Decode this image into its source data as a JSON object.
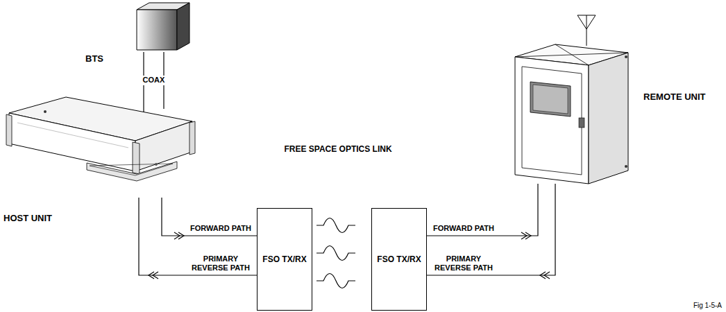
{
  "diagram": {
    "nodes": [
      {
        "text": [
          "BTS"
        ]
      },
      {
        "text": [
          "HOST UNIT"
        ]
      },
      {
        "text": [
          "FSO TX/RX"
        ]
      },
      {
        "text": [
          "FSO TX/RX"
        ]
      },
      {
        "text": [
          "REMOTE UNIT"
        ]
      }
    ],
    "edges": [
      {
        "from": 0,
        "to": 1,
        "label": "COAX",
        "arrow": "none"
      },
      {
        "from": 1,
        "to": 2,
        "label": "FORWARD PATH",
        "arrow": "to"
      },
      {
        "from": 2,
        "to": 1,
        "label": "PRIMARY REVERSE PATH",
        "arrow": "to"
      },
      {
        "from": 3,
        "to": 4,
        "label": "FORWARD PATH",
        "arrow": "to"
      },
      {
        "from": 4,
        "to": 3,
        "label": "PRIMARY REVERSE PATH",
        "arrow": "to"
      }
    ],
    "labels": [
      "FREE SPACE OPTICS LINK",
      "Fig 1-5-A"
    ]
  }
}
